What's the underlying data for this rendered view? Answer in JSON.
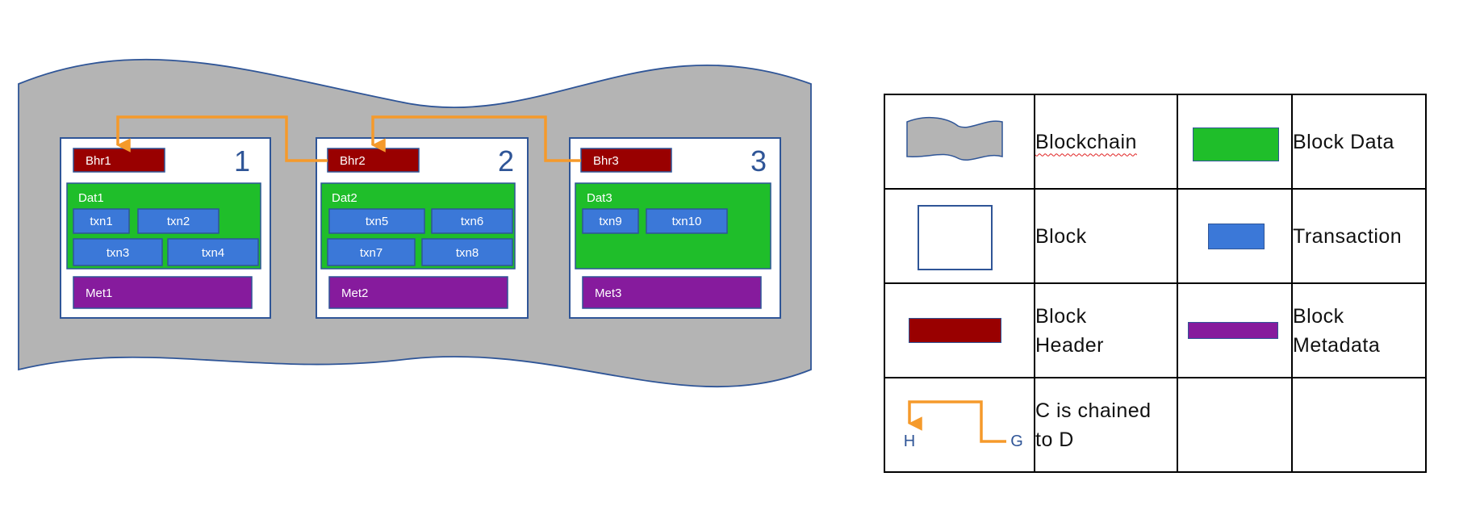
{
  "blocks": [
    {
      "number": "1",
      "header": "Bhr1",
      "data_label": "Dat1",
      "transactions": [
        [
          "txn1",
          "txn2"
        ],
        [
          "txn3",
          "txn4"
        ]
      ],
      "metadata": "Met1"
    },
    {
      "number": "2",
      "header": "Bhr2",
      "data_label": "Dat2",
      "transactions": [
        [
          "txn5",
          "txn6"
        ],
        [
          "txn7",
          "txn8"
        ]
      ],
      "metadata": "Met2"
    },
    {
      "number": "3",
      "header": "Bhr3",
      "data_label": "Dat3",
      "transactions": [
        [
          "txn9",
          "txn10"
        ]
      ],
      "metadata": "Met3"
    }
  ],
  "legend": {
    "blockchain": "Blockchain",
    "block_data": "Block Data",
    "block": "Block",
    "transaction": "Transaction",
    "block_header_line1": "Block",
    "block_header_line2": "Header",
    "block_metadata_line1": "Block",
    "block_metadata_line2": "Metadata",
    "chain_line1": "C is chained",
    "chain_line2": "to D",
    "chain_from": "G",
    "chain_to": "H"
  },
  "colors": {
    "blockchain": "#b4b4b4",
    "block_border": "#2f5597",
    "block_header": "#990000",
    "block_data": "#1fbe2a",
    "transaction": "#3b78d8",
    "metadata": "#861b9d",
    "chain_arrow": "#f59a2b"
  }
}
